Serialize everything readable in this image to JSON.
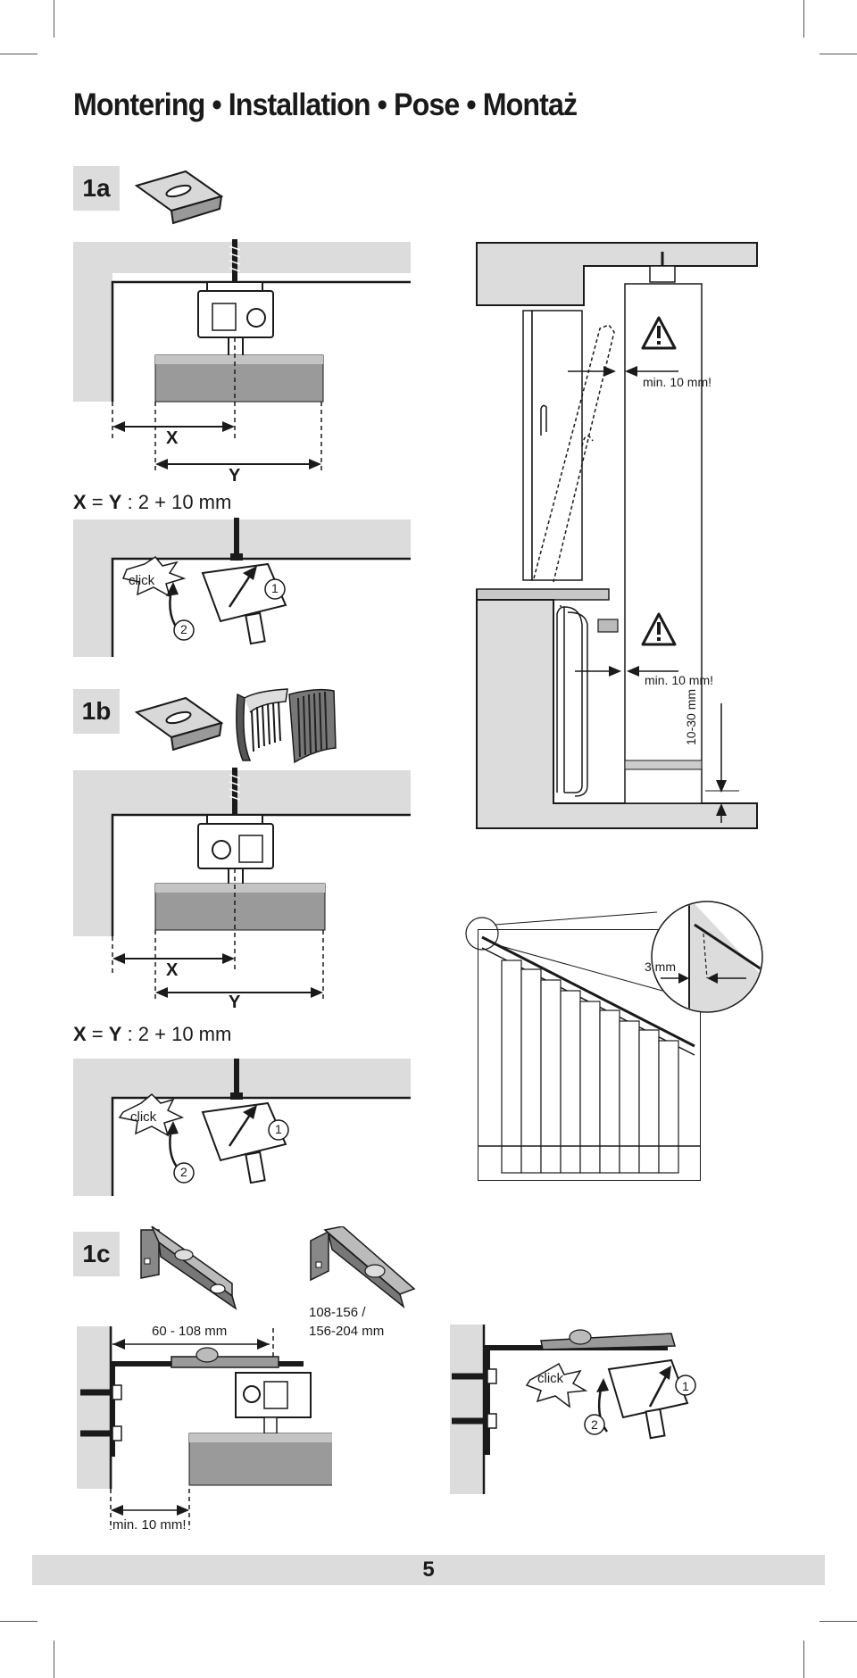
{
  "header": {
    "title": "Montering • Installation • Pose • Montaż"
  },
  "steps": {
    "s1a": "1a",
    "s1b": "1b",
    "s1c": "1c"
  },
  "labels": {
    "x": "X",
    "y": "Y",
    "click": "click",
    "num1": "1",
    "num2": "2",
    "min10": "min. 10 mm!",
    "range_10_30": "10-30 mm",
    "gap_3mm": "3 mm",
    "bracket_60_108": "60 - 108 mm",
    "bracket_108_156": "108-156 /",
    "bracket_156_204": "156-204 mm"
  },
  "formula": {
    "x": "X",
    "eq": " = ",
    "y": "Y",
    "rest": " : 2 + 10 mm"
  },
  "footer": {
    "page_number": "5"
  },
  "colors": {
    "ceiling_gray": "#dcdcdc",
    "rail_gray": "#9a9a9a",
    "line": "#1a1a1a"
  },
  "icons": [
    "warning-icon",
    "screw-icon",
    "bracket-icon",
    "clip-icon",
    "end-cap-icon"
  ]
}
